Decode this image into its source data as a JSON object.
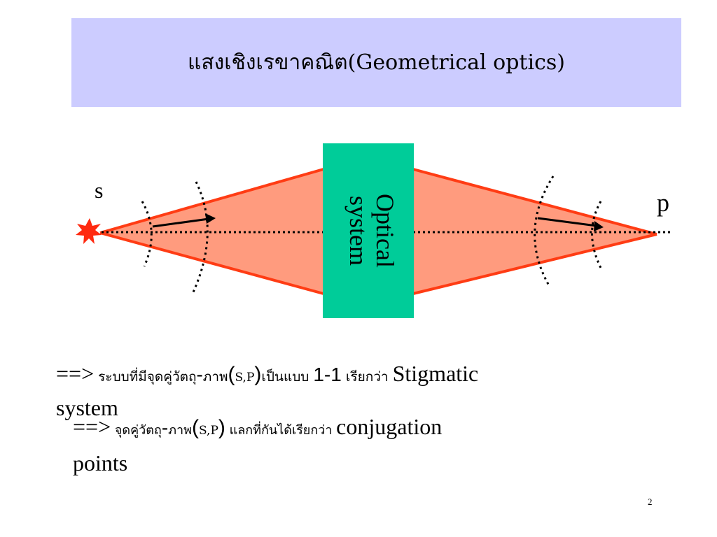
{
  "title": "แสงเชิงเรขาคณิต(Geometrical optics)",
  "diagram": {
    "source_label": "s",
    "image_label": "p",
    "optical_system_line1": "Optical",
    "optical_system_line2": "system",
    "colors": {
      "cone_fill": "#ff9b7e",
      "cone_edge": "#ff3c14",
      "optical_box": "#00cc99",
      "star": "#ff2a10"
    }
  },
  "statement1": {
    "arrow": "==>",
    "thai_a": " ระบบที่มีจุดคู่วัตถุ",
    "dash": "-",
    "thai_b": "ภาพ",
    "paren_open": "(",
    "sp": "S,P",
    "paren_close": ")",
    "thai_c": "เป็นแบบ ",
    "one_to_one": "1-1",
    "thai_d": "  เรียกว่า ",
    "term": "Stigmatic",
    "term_cont": "system"
  },
  "statement2": {
    "arrow": "==>",
    "thai_a": "  จุดคู่วัตถุ",
    "dash": "-",
    "thai_b": "ภาพ",
    "paren_open": "(",
    "sp": "S,P",
    "paren_close": ")",
    "thai_c": "  แลกที่กันได้เรียกว่า ",
    "term": "conjugation",
    "term_cont": "points"
  },
  "page_number": "2"
}
